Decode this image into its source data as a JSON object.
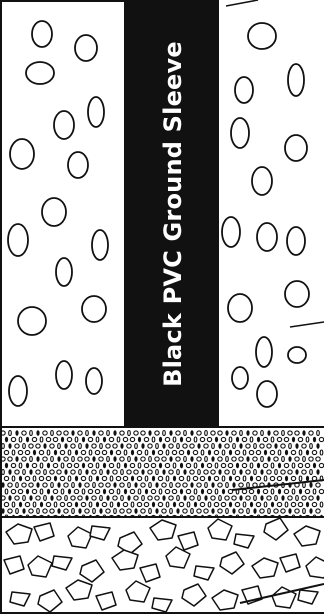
{
  "sleeve": {
    "label": "Black PVC  Ground Sleeve",
    "fill": "#111111"
  },
  "colors": {
    "line": "#111111",
    "background": "#ffffff"
  },
  "layers": [
    "soil",
    "fine-gravel",
    "crushed-rock"
  ]
}
